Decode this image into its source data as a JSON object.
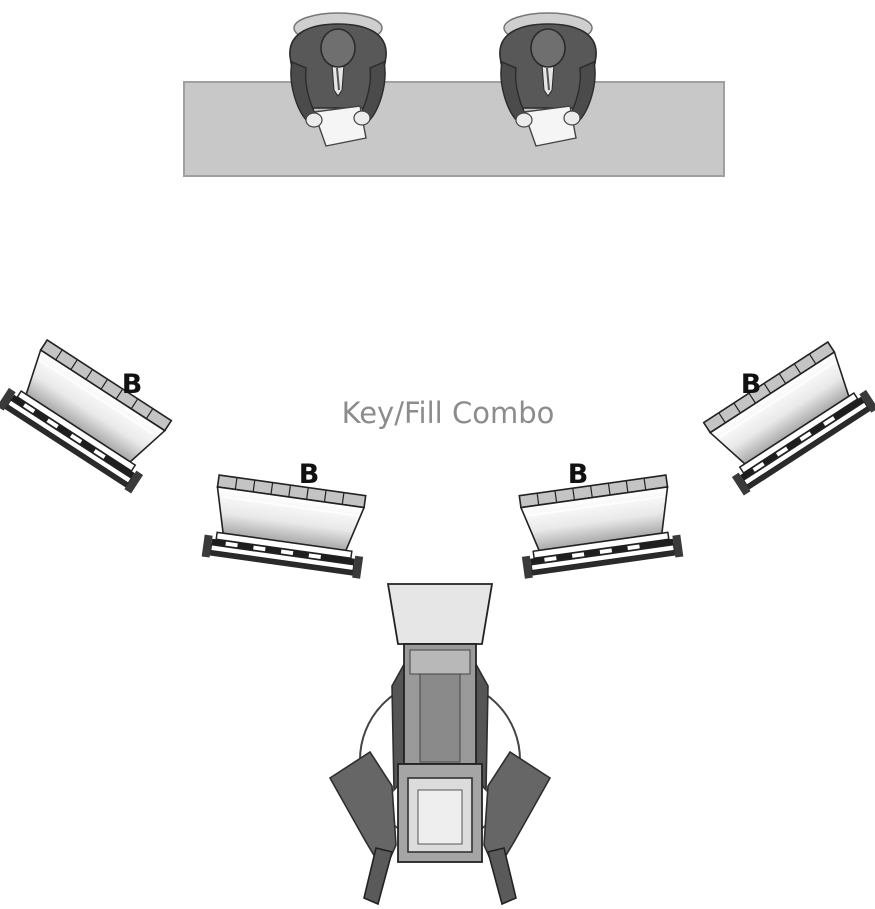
{
  "diagram": {
    "title": "Key/Fill Combo",
    "lights": [
      {
        "id": "far-left",
        "label": "B"
      },
      {
        "id": "near-left",
        "label": "B"
      },
      {
        "id": "near-right",
        "label": "B"
      },
      {
        "id": "far-right",
        "label": "B"
      }
    ]
  },
  "colors": {
    "desk": "#c8c8c8",
    "figure": "#585858",
    "camera": "#6e6e6e",
    "label": "#111111",
    "title": "#8c8c8c"
  }
}
